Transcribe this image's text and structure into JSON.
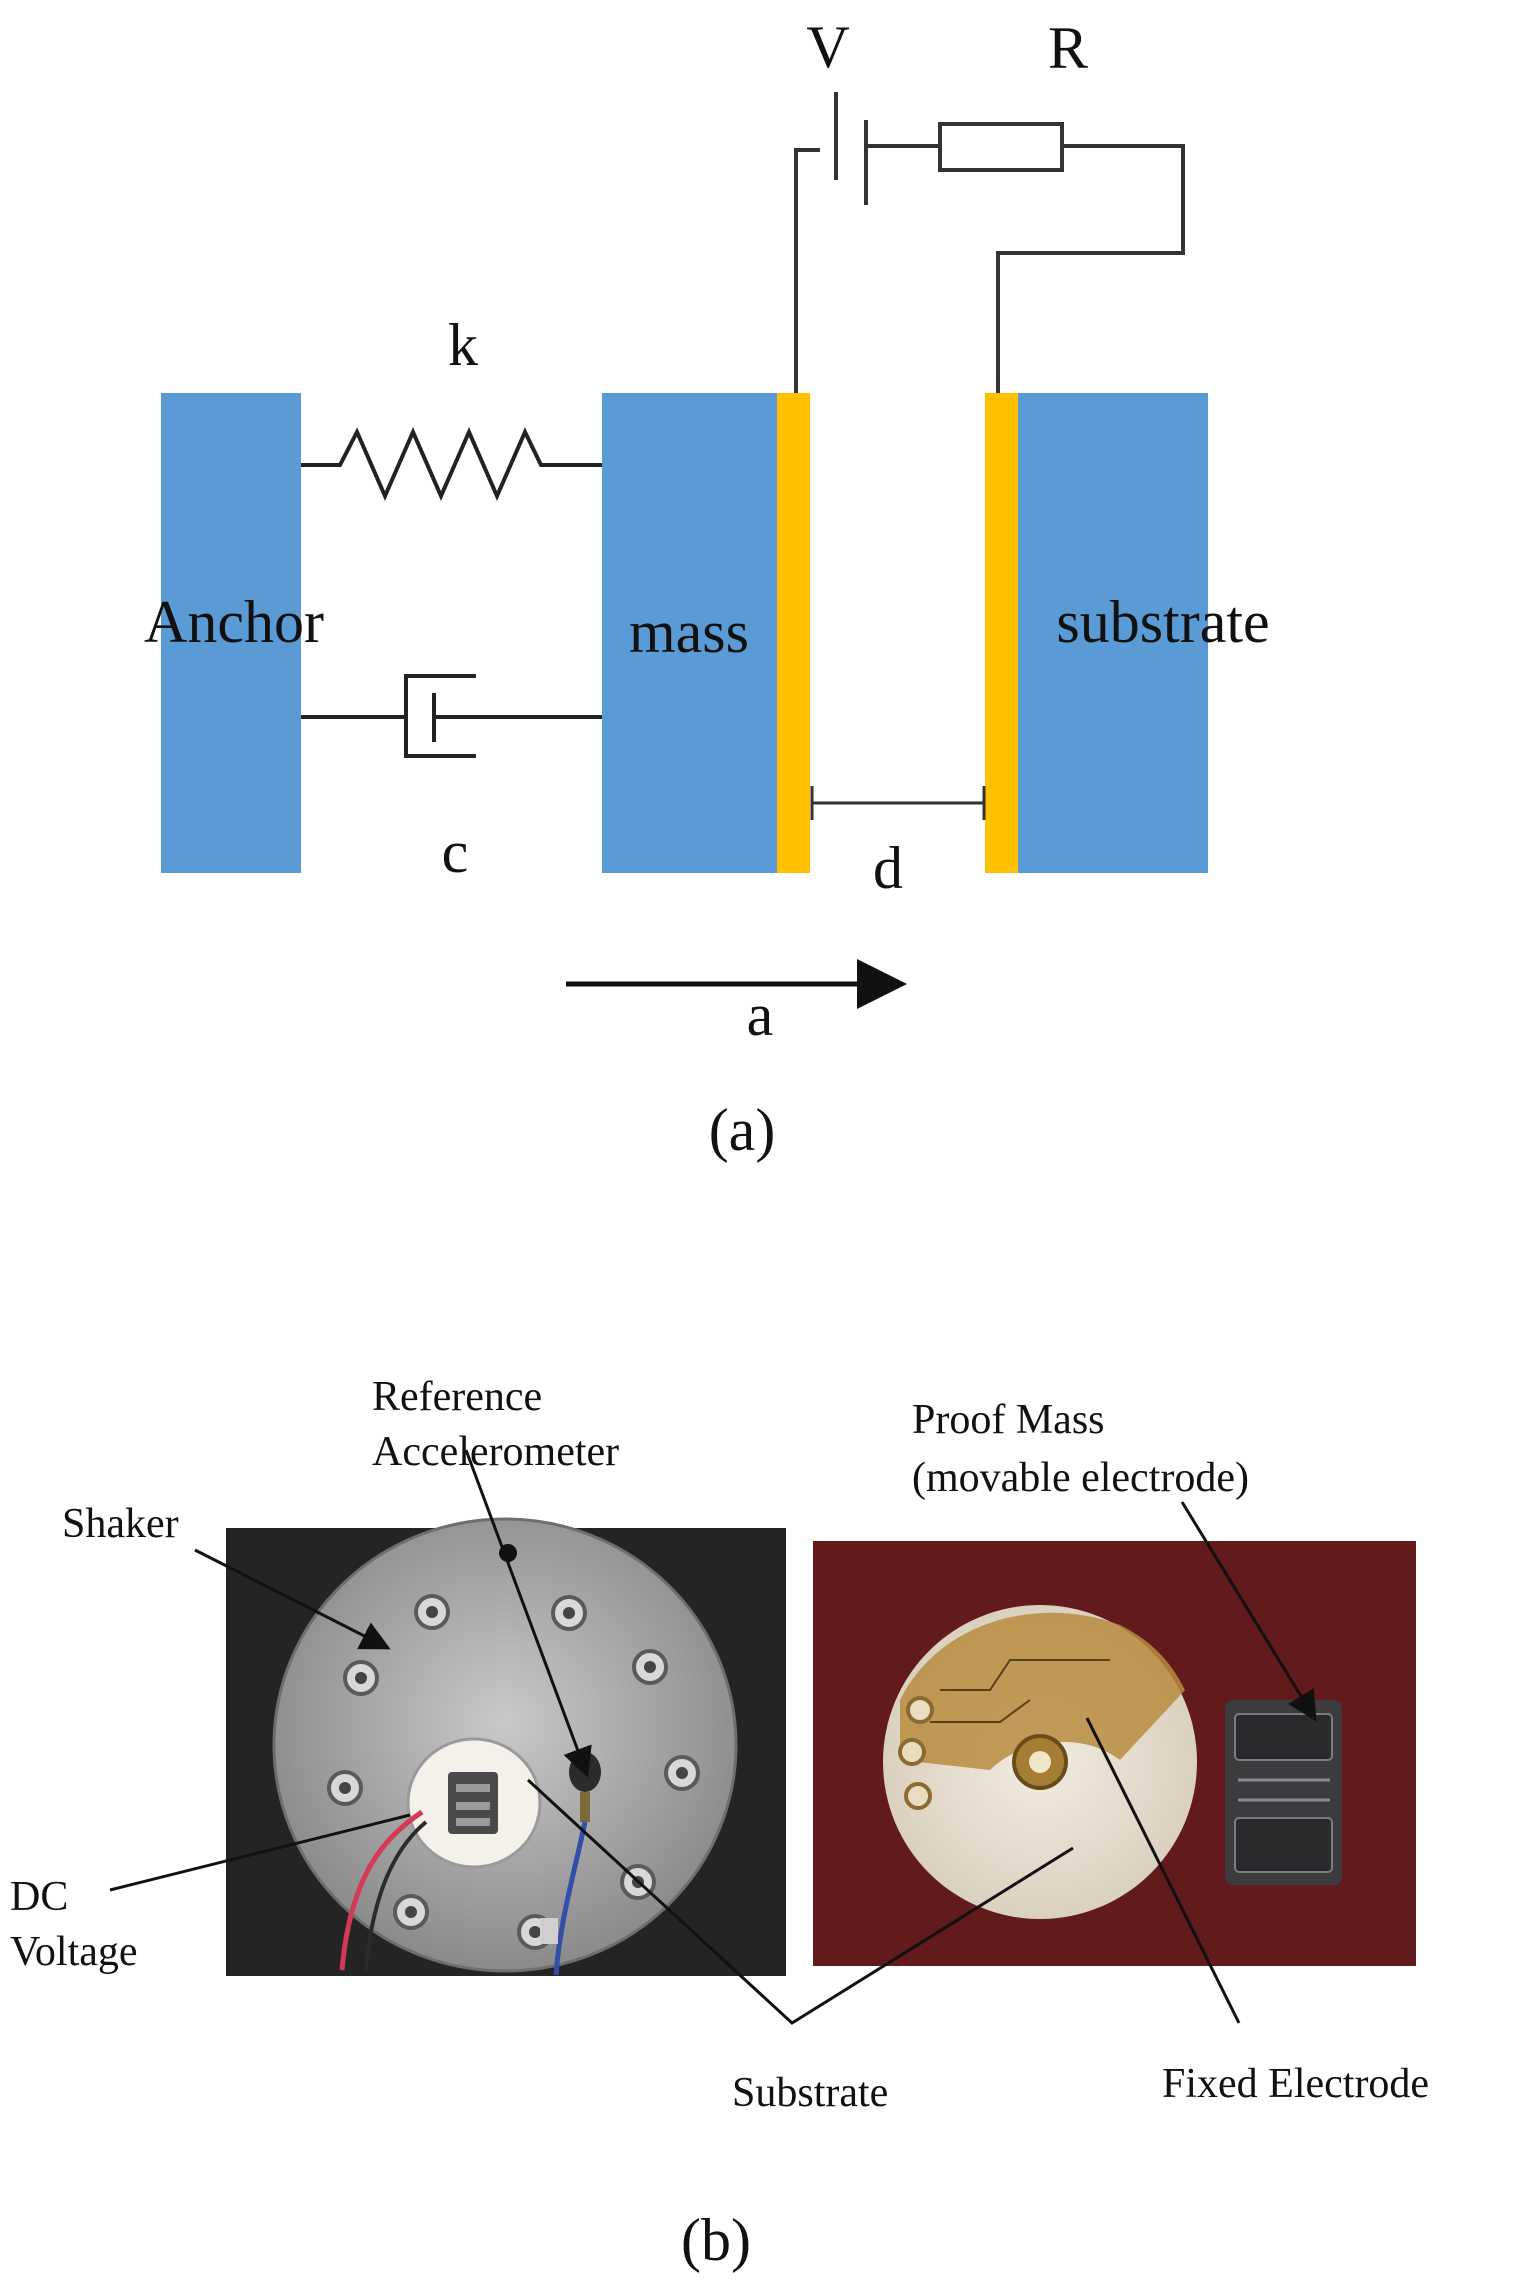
{
  "part_a": {
    "caption": "(a)",
    "labels": {
      "voltage": "V",
      "resistor": "R",
      "spring": "k",
      "damper": "c",
      "gap": "d",
      "acceleration": "a",
      "anchor": "Anchor",
      "mass": "mass",
      "substrate": "substrate"
    }
  },
  "part_b": {
    "caption": "(b)",
    "labels": {
      "reference_line1": "Reference",
      "reference_line2": "Accelerometer",
      "shaker": "Shaker",
      "dc_line1": "DC",
      "dc_line2": "Voltage",
      "substrate": "Substrate",
      "proof_line1": "Proof Mass",
      "proof_line2": "(movable electrode)",
      "fixed_electrode": "Fixed Electrode"
    }
  },
  "colors": {
    "block_blue": "#5b9bd5",
    "electrode_yellow": "#ffc000",
    "wire": "#333333"
  }
}
